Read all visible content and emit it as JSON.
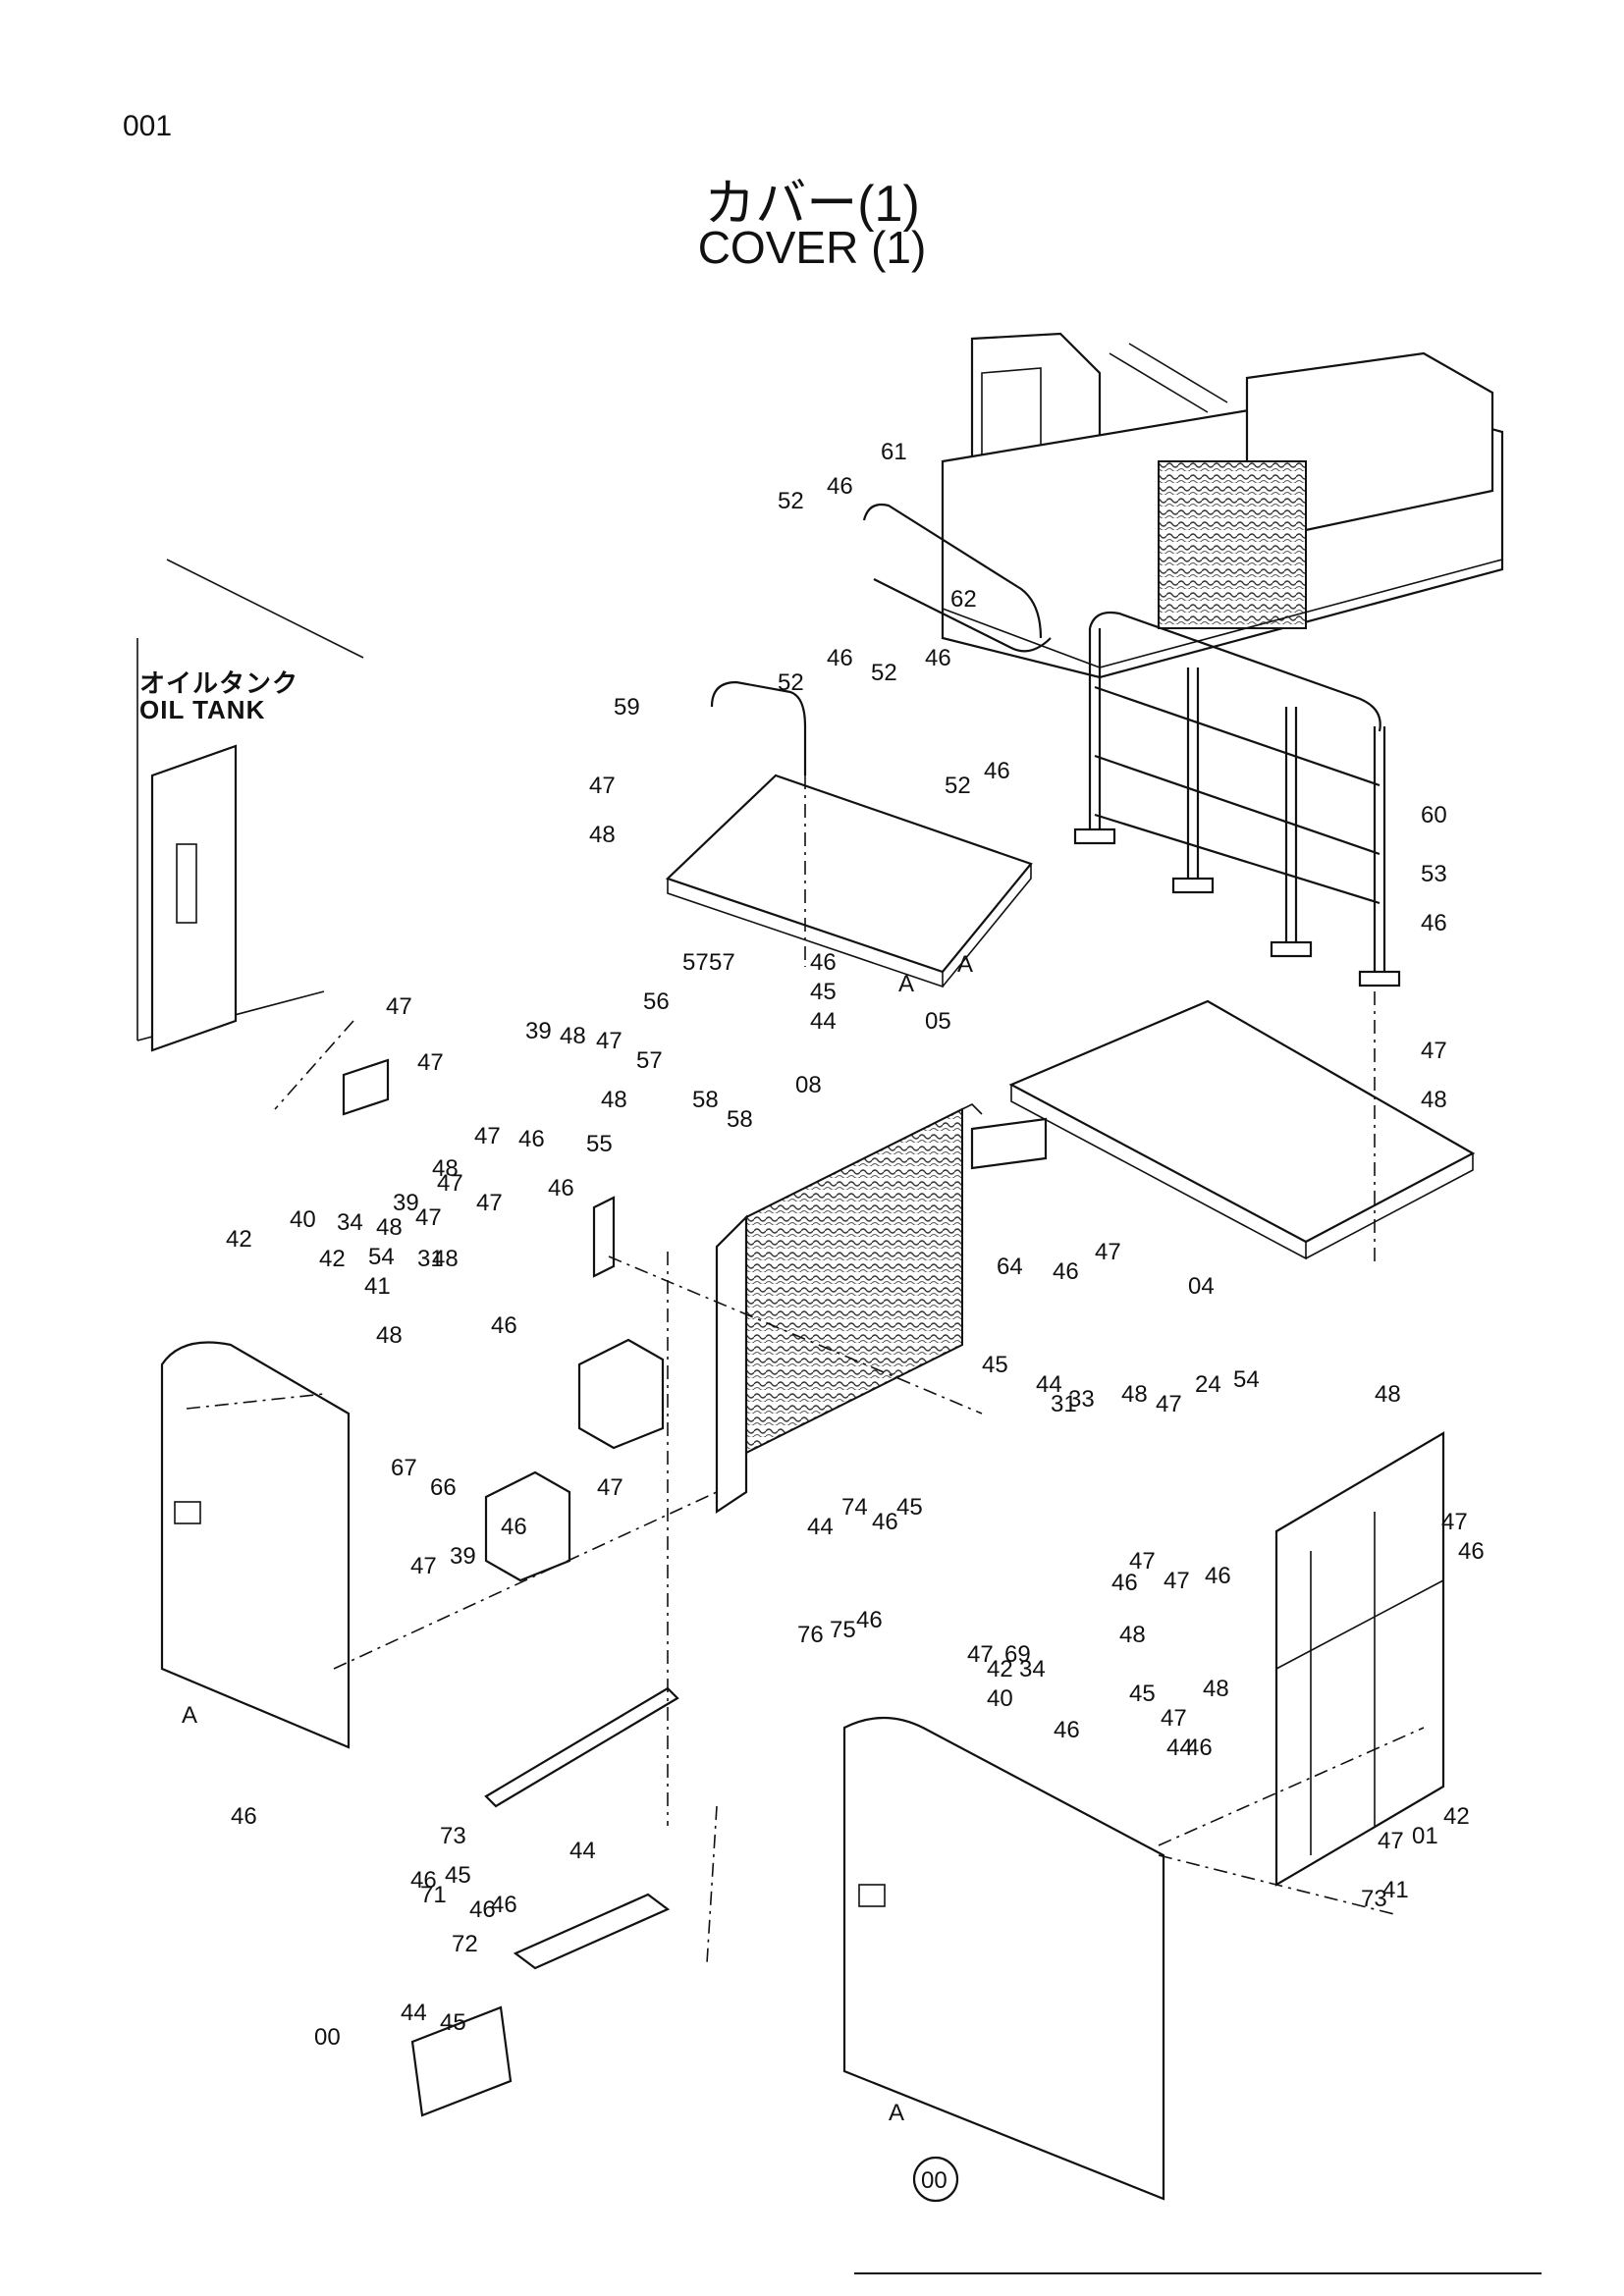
{
  "page_number": "001",
  "title": {
    "japanese": "カバー(1)",
    "english": "COVER (1)"
  },
  "labels": {
    "oil_tank_jp": "オイルタンク",
    "oil_tank_en": "OIL TANK",
    "section_marker": "A",
    "assembly_circle": "00"
  },
  "callouts": [
    "61",
    "52",
    "46",
    "52",
    "46",
    "62",
    "52",
    "46",
    "52",
    "46",
    "59",
    "47",
    "48",
    "60",
    "53",
    "46",
    "47",
    "48",
    "05",
    "57",
    "57",
    "56",
    "46",
    "45",
    "44",
    "58",
    "58",
    "47",
    "48",
    "47",
    "48",
    "31",
    "39",
    "48",
    "47",
    "39",
    "48",
    "47",
    "46",
    "47",
    "47",
    "46",
    "57",
    "55",
    "08",
    "64",
    "46",
    "47",
    "04",
    "34",
    "48",
    "47",
    "42",
    "40",
    "41",
    "42",
    "54",
    "48",
    "46",
    "45",
    "44",
    "31",
    "33",
    "48",
    "47",
    "24",
    "54",
    "48",
    "67",
    "66",
    "47",
    "46",
    "74",
    "46",
    "45",
    "44",
    "76",
    "75",
    "46",
    "47",
    "39",
    "48",
    "47",
    "46",
    "47",
    "69",
    "47",
    "46",
    "47",
    "46",
    "42",
    "34",
    "40",
    "48",
    "47",
    "46",
    "45",
    "44",
    "46",
    "47",
    "01",
    "42",
    "41",
    "73",
    "46",
    "73",
    "46",
    "71",
    "46",
    "45",
    "44",
    "72",
    "46",
    "45",
    "44",
    "00"
  ]
}
